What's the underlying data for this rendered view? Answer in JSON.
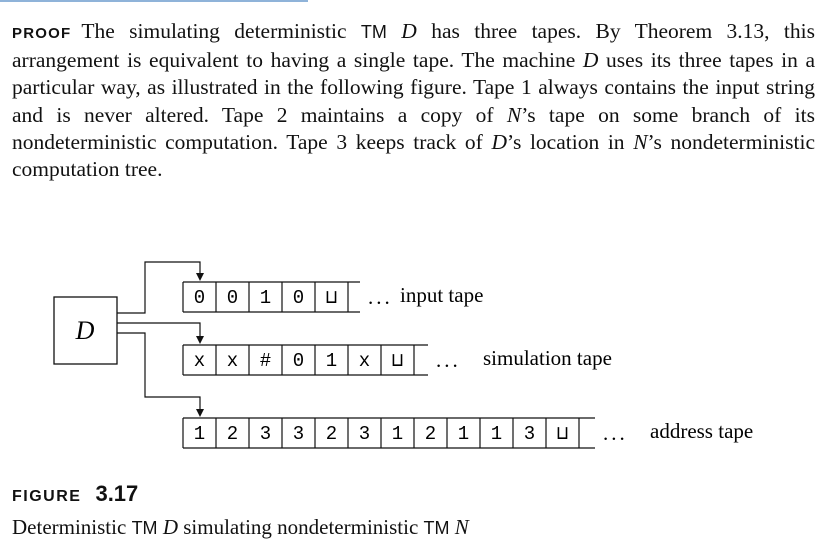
{
  "proof": {
    "label": "PROOF",
    "s1": "The simulating deterministic ",
    "tm1": "TM",
    "s2": " ",
    "d1": "D",
    "s3": " has three tapes. By Theorem 3.13, this arrangement is equivalent to having a single tape. The machine ",
    "d2": "D",
    "s4": " uses its three tapes in a particular way, as illustrated in the following figure. Tape 1 always contains the input string and is never altered. Tape 2 maintains a copy of ",
    "n1": "N",
    "s5": "’s tape on some branch of its nondeterministic computation. Tape 3 keeps track of ",
    "d3": "D",
    "s6": "’s location in ",
    "n2": "N",
    "s7": "’s nondeterministic computation tree."
  },
  "diagram": {
    "machine_label": "D",
    "tapes": [
      {
        "cells": [
          "0",
          "0",
          "1",
          "0",
          "⊔"
        ],
        "dots": "...",
        "label": "input tape"
      },
      {
        "cells": [
          "x",
          "x",
          "#",
          "0",
          "1",
          "x",
          "⊔"
        ],
        "dots": "...",
        "label": "simulation tape"
      },
      {
        "cells": [
          "1",
          "2",
          "3",
          "3",
          "2",
          "3",
          "1",
          "2",
          "1",
          "1",
          "3",
          "⊔"
        ],
        "dots": "...",
        "label": "address tape"
      }
    ]
  },
  "figure": {
    "label": "FIGURE",
    "number": "3.17",
    "caption_a": "Deterministic ",
    "caption_tm": "TM",
    "caption_b": " ",
    "caption_d": "D",
    "caption_c": " simulating nondeterministic ",
    "caption_tm2": "TM",
    "caption_d2": " ",
    "caption_n": "N"
  }
}
